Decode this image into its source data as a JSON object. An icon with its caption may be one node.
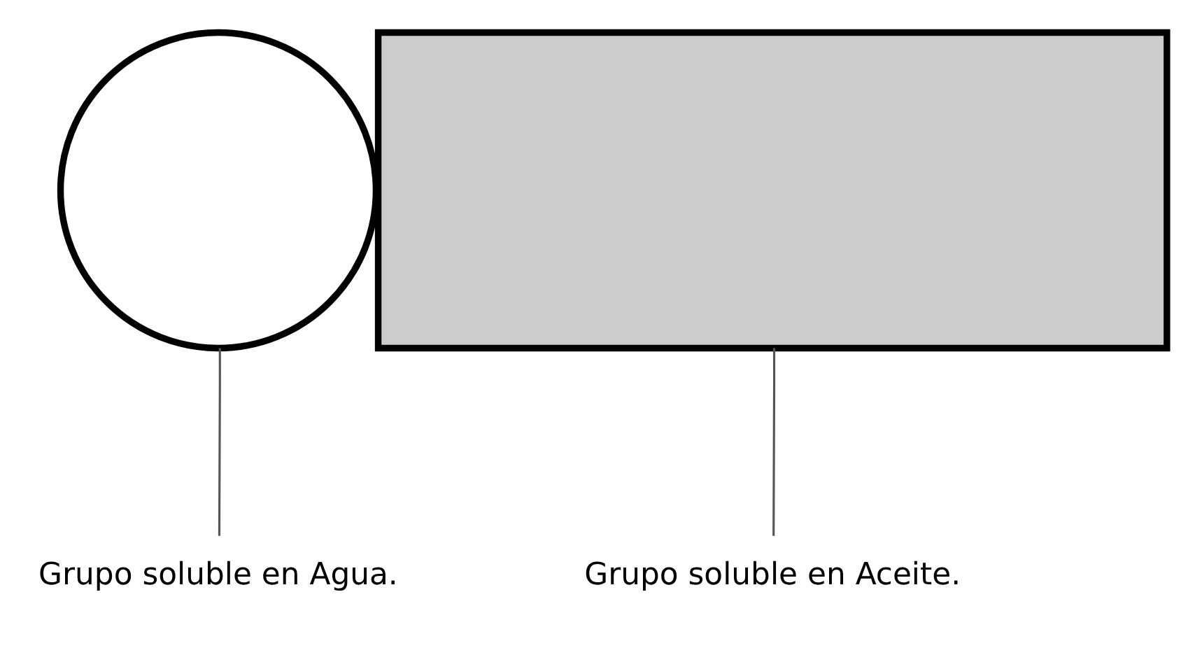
{
  "diagram": {
    "nodes": [
      {
        "text": [],
        "shape": "circle"
      },
      {
        "text": [],
        "shape": "box"
      },
      {
        "text": [
          "Grupo soluble en Agua."
        ]
      },
      {
        "text": [
          "Grupo soluble en Aceite."
        ]
      }
    ],
    "edges": [
      {
        "from": 2,
        "to": 0,
        "arrow": "none"
      },
      {
        "from": 3,
        "to": 1,
        "arrow": "none"
      }
    ]
  }
}
